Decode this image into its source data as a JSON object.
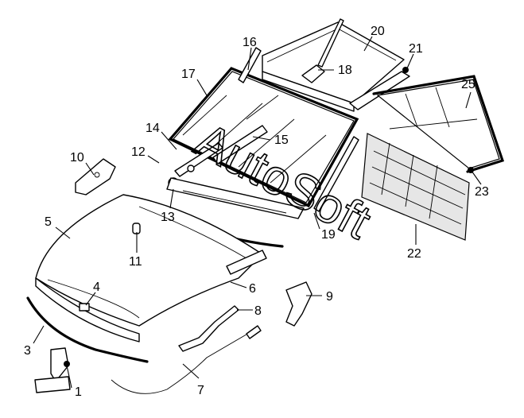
{
  "watermark": "AutoSoft",
  "callouts": [
    {
      "id": "c1",
      "label": "1"
    },
    {
      "id": "c3",
      "label": "3"
    },
    {
      "id": "c4",
      "label": "4"
    },
    {
      "id": "c5",
      "label": "5"
    },
    {
      "id": "c6",
      "label": "6"
    },
    {
      "id": "c7",
      "label": "7"
    },
    {
      "id": "c8",
      "label": "8"
    },
    {
      "id": "c9",
      "label": "9"
    },
    {
      "id": "c10",
      "label": "10"
    },
    {
      "id": "c11",
      "label": "11"
    },
    {
      "id": "c12",
      "label": "12"
    },
    {
      "id": "c13",
      "label": "13"
    },
    {
      "id": "c14",
      "label": "14"
    },
    {
      "id": "c15",
      "label": "15"
    },
    {
      "id": "c16",
      "label": "16"
    },
    {
      "id": "c17",
      "label": "17"
    },
    {
      "id": "c18",
      "label": "18"
    },
    {
      "id": "c19",
      "label": "19"
    },
    {
      "id": "c20",
      "label": "20"
    },
    {
      "id": "c21",
      "label": "21"
    },
    {
      "id": "c22",
      "label": "22"
    },
    {
      "id": "c23",
      "label": "23"
    },
    {
      "id": "c25",
      "label": "25"
    }
  ]
}
